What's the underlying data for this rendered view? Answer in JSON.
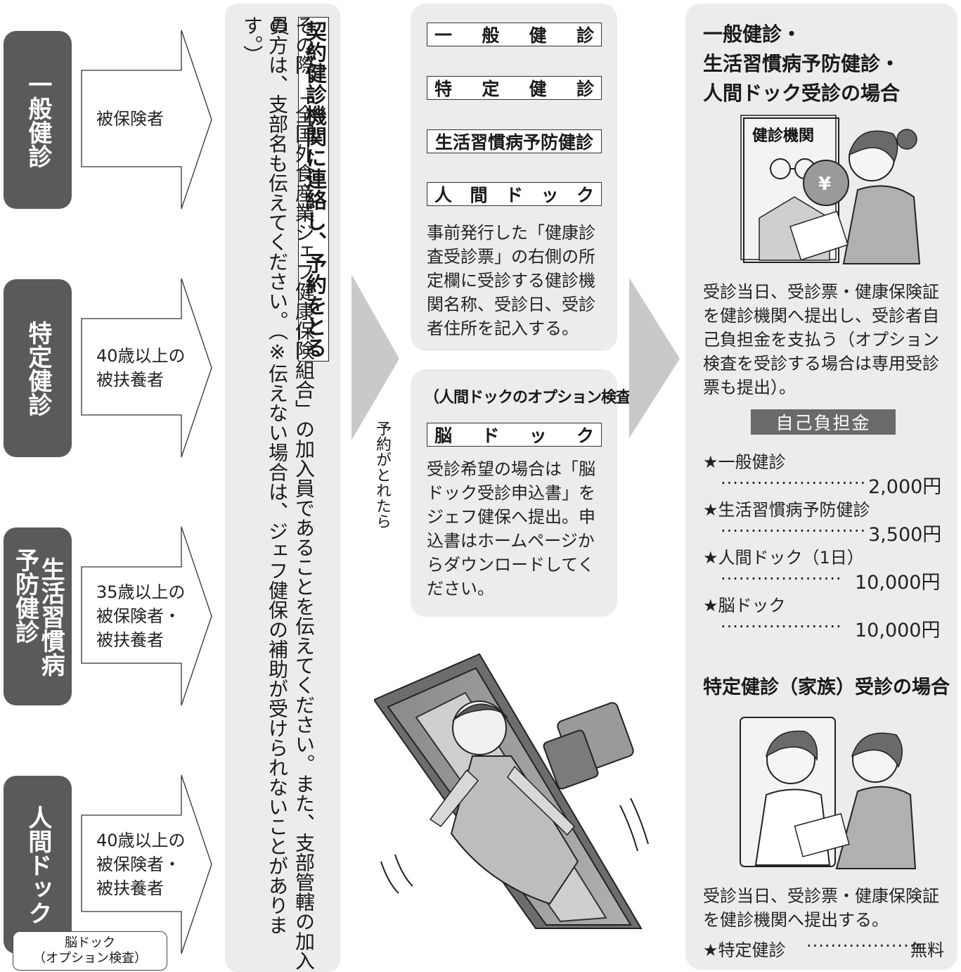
{
  "tabs": [
    {
      "label": "一般健診",
      "target": "被保険者"
    },
    {
      "label": "特定健診",
      "target": "40歳以上の\n被扶養者"
    },
    {
      "label_col1": "生活習慣病",
      "label_col2": "予防健診",
      "target": "35歳以上の\n被保険者・\n被扶養者"
    },
    {
      "label": "人間ドック",
      "target": "40歳以上の\n被保険者・\n被扶養者"
    }
  ],
  "brain_option_label": "脳ドック\n（オプション検査）",
  "contact": {
    "heading": "契約健診機関に連絡し、予約をとる",
    "body_col1": "その際、「全国外食産業ジェフ健康保険組合」の加入員であることを伝えてください。また、支部管轄の加入員",
    "body_col2": "の方は、支部名も伝えてください。（※伝えない場合は、ジェフ健保の補助が受けられないことがあります。）"
  },
  "after_reservation": "予約がとれたら",
  "exams": {
    "items": [
      [
        "一",
        "般",
        "健",
        "診"
      ],
      [
        "特",
        "定",
        "健",
        "診"
      ],
      [
        "生活習慣病予防健診"
      ],
      [
        "人",
        "間",
        "ド",
        "ッ",
        "ク"
      ]
    ],
    "description": "事前発行した「健康診査受診票」の右側の所定欄に受診する健診機関名称、受診日、受診者住所を記入する。"
  },
  "option": {
    "heading": "（人間ドックのオプション検査）",
    "label": [
      "脳",
      "ド",
      "ッ",
      "ク"
    ],
    "description": "受診希望の場合は「脳ドック受診申込書」をジェフ健保へ提出。申込書はホームページからダウンロードしてください。"
  },
  "right": {
    "title": "一般健診・\n生活習慣病予防健診・\n人間ドック受診の場合",
    "sign": "健診機関",
    "yen": "¥",
    "description": "受診当日、受診票・健康保険証を健診機関へ提出し、受診者自己負担金を支払う（オプション検査を受診する場合は専用受診票も提出）。",
    "burden_label": "自己負担金",
    "fees": [
      {
        "name": "★一般健診",
        "dots": "························",
        "amount": "2,000円"
      },
      {
        "name": "★生活習慣病予防健診",
        "dots": "························",
        "amount": "3,500円"
      },
      {
        "name": "★人間ドック（1日）",
        "dots": "····················",
        "amount": "10,000円"
      },
      {
        "name": "★脳ドック",
        "dots": "····················",
        "amount": "10,000円"
      }
    ],
    "family_title": "特定健診（家族）受診の場合",
    "family_description": "受診当日、受診票・健康保険証を健診機関へ提出する。",
    "family_fee_name": "★特定健診",
    "family_fee_dots": "···················",
    "family_fee_amount": "無料"
  }
}
